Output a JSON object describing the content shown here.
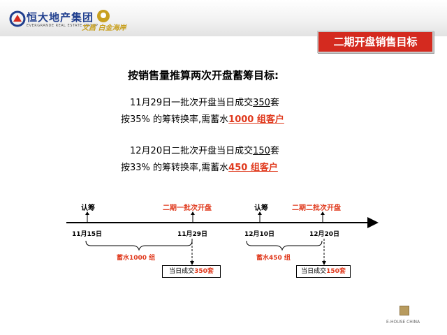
{
  "header": {
    "brand_name": "恒大地产集团",
    "brand_sub": "EVERGRANDE REAL ESTATE GROUP",
    "brand2": "文昌 白金海岸",
    "title": "二期开盘销售目标"
  },
  "heading": "按销售量推算两次开盘蓄筹目标:",
  "batch1": {
    "line1_pre": "11月29日一批次开盘当日成交",
    "line1_value": "350",
    "line1_unit": "套",
    "line2_pre": "按35% 的筹转换率,需蓄水",
    "line2_value": "1000 组客户"
  },
  "batch2": {
    "line1_pre": "12月20日二批次开盘当日成交",
    "line1_value": "150",
    "line1_unit": "套",
    "line2_pre": "按33% 的筹转换率,需蓄水",
    "line2_value": "450 组客户"
  },
  "timeline": {
    "events": [
      {
        "label": "认筹",
        "style": "black"
      },
      {
        "label": "二期一批次开盘",
        "style": "red"
      },
      {
        "label": "认筹",
        "style": "black"
      },
      {
        "label": "二期二批次开盘",
        "style": "red"
      }
    ],
    "dates": [
      "11月15日",
      "11月29日",
      "12月10日",
      "12月20日"
    ],
    "reservoir1": "蓄水1000 组",
    "reservoir2": "蓄水450 组",
    "result1_pre": "当日成交",
    "result1_value": "350套",
    "result2_pre": "当日成交",
    "result2_value": "150套"
  },
  "footer": {
    "brand": "E-HOUSE CHINA"
  },
  "colors": {
    "accent": "#d42a1f",
    "highlight": "#e03a1e",
    "brand": "#1f3e8e"
  }
}
